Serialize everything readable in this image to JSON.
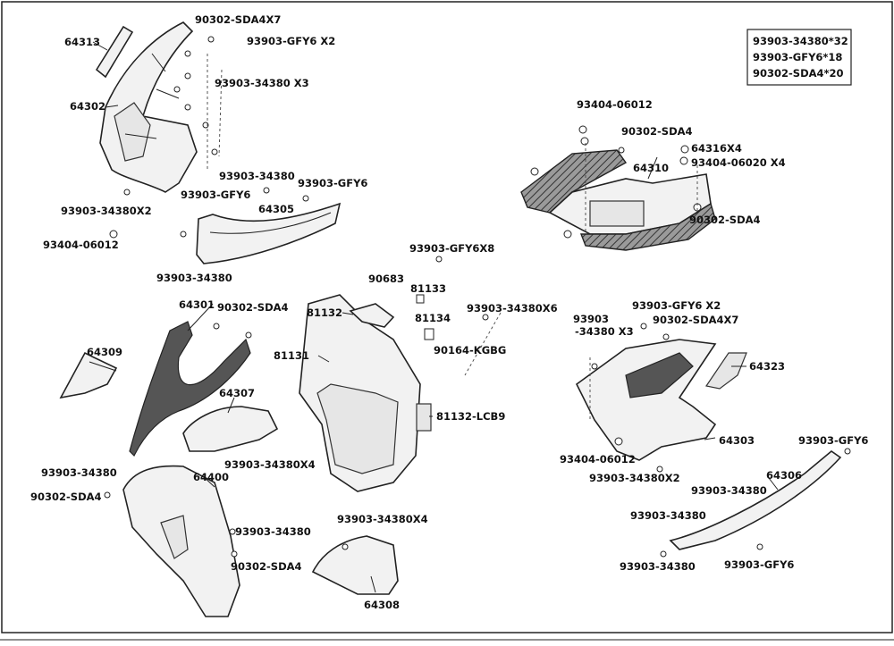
{
  "summary_box": {
    "lines": [
      "93903-34380*32",
      "93903-GFY6*18",
      "90302-SDA4*20"
    ]
  },
  "labels": {
    "p64313": "64313",
    "p64302": "64302",
    "p90302_sda4x7_a": "90302-SDA4X7",
    "p93903_gfy6x2_a": "93903-GFY6 X2",
    "p93903_34380x3_a": "93903-34380 X3",
    "p93903_34380_a": "93903-34380",
    "p93903_gfy6_a": "93903-GFY6",
    "p93903_gfy6_b": "93903-GFY6",
    "p64305": "64305",
    "p93903_34380x2_a": "93903-34380X2",
    "p93404_06012_a": "93404-06012",
    "p93903_34380_b": "93903-34380",
    "p93404_06012_b": "93404-06012",
    "p90302_sda4_a": "90302-SDA4",
    "p64316x4": "64316X4",
    "p93404_06020x4": "93404-06020 X4",
    "p64310": "64310",
    "p90302_sda4_b": "90302-SDA4",
    "p93903_gfy6x8": "93903-GFY6X8",
    "p90683": "90683",
    "p81133": "81133",
    "p81132": "81132",
    "p81134": "81134",
    "p93903_34380x6": "93903-34380X6",
    "p90164_kgbg": "90164-KGBG",
    "p81131": "81131",
    "p81132_lcb9": "81132-LCB9",
    "p64301": "64301",
    "p90302_sda4_c": "90302-SDA4",
    "p64309": "64309",
    "p64307": "64307",
    "p93903_34380x4_a": "93903-34380X4",
    "p64400": "64400",
    "p93903_34380_c": "93903-34380",
    "p90302_sda4_d": "90302-SDA4",
    "p93903_34380_d": "93903-34380",
    "p90302_sda4_e": "90302-SDA4",
    "p93903_34380x4_b": "93903-34380X4",
    "p64308": "64308",
    "p93903_gfy6x2_b": "93903-GFY6 X2",
    "p93903_left": "93903",
    "p34380x3": "-34380 X3",
    "p90302_sda4x7_b": "90302-SDA4X7",
    "p64323": "64323",
    "p93404_06012_c": "93404-06012",
    "p64303": "64303",
    "p93903_34380x2_b": "93903-34380X2",
    "p93903_gfy6_c": "93903-GFY6",
    "p64306": "64306",
    "p93903_34380_e": "93903-34380",
    "p93903_34380_f": "93903-34380",
    "p93903_34380_g": "93903-34380",
    "p93903_gfy6_d": "93903-GFY6"
  }
}
